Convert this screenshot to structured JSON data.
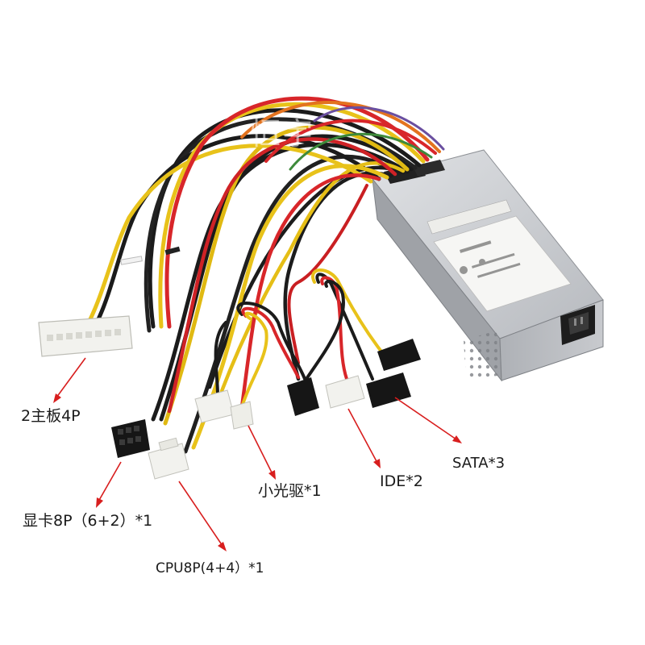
{
  "labels": {
    "motherboard": "2主板4P",
    "gpu": "显卡8P（6+2）*1",
    "cpu": "CPU8P(4+4）*1",
    "optical_drive": "小光驱*1",
    "ide": "IDE*2",
    "sata": "SATA*3"
  },
  "watermark": "恒宇",
  "colors": {
    "arrow": "#d81e1e",
    "psu_body": "#c9cbcf",
    "wire_yellow": "#e8c21a",
    "wire_red": "#d8262a",
    "wire_black": "#1b1b1b",
    "wire_orange": "#e3731f",
    "connector_white": "#f2f2ee",
    "connector_black": "#161616"
  },
  "icons": [
    "power-supply-unit",
    "ac-inlet-icon",
    "atx-24pin-connector",
    "pcie-8pin-connector",
    "cpu-8pin-connector",
    "floppy-4pin-connector",
    "molex-ide-connector",
    "sata-power-connector"
  ]
}
